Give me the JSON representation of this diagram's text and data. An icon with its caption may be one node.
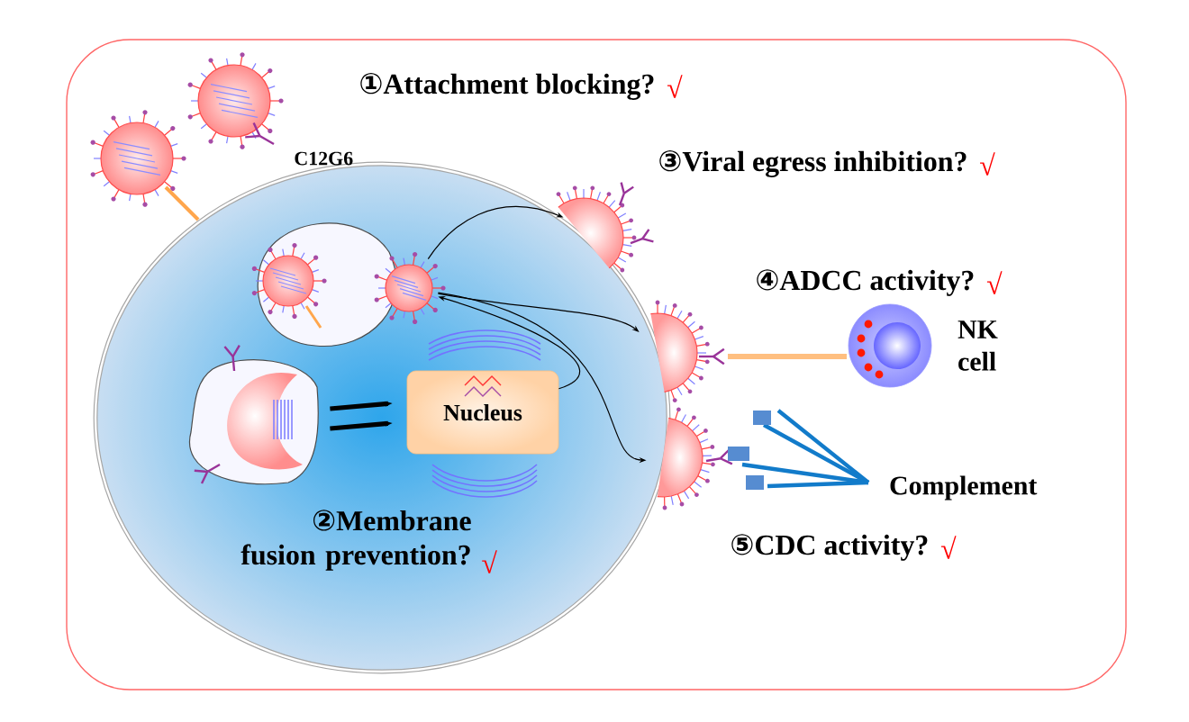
{
  "diagram": {
    "nodes": [
      {
        "text": [],
        "shape": "circle"
      },
      {
        "text": [
          "Nucleus"
        ],
        "in": 0
      },
      {
        "text": [],
        "shape": "picture",
        "in": 0
      },
      {
        "text": [],
        "shape": "picture",
        "in": 0
      },
      {
        "text": [],
        "shape": "picture",
        "in": 0
      },
      {
        "text": [],
        "shape": "picture"
      },
      {
        "text": [],
        "shape": "picture"
      },
      {
        "text": [],
        "shape": "picture"
      },
      {
        "text": [],
        "shape": "circle",
        "beside": [
          "NK cell"
        ]
      },
      {
        "text": [],
        "shape": "picture",
        "beside": [
          "Complement"
        ]
      }
    ],
    "edges": [
      {
        "from": 3,
        "to": 5,
        "arrow": "to"
      },
      {
        "from": 3,
        "to": 6,
        "arrow": "to"
      },
      {
        "from": 1,
        "to": 3,
        "arrow": "to"
      },
      {
        "from": 3,
        "to": 7,
        "arrow": "to"
      },
      {
        "from": 4,
        "to": 1,
        "arrow": "to",
        "style": "thick"
      },
      {
        "from": 4,
        "to": 1,
        "arrow": "to",
        "style": "thick"
      }
    ],
    "labels": [
      "①Attachment blocking?",
      "√",
      "C12G6",
      "③Viral egress inhibition?",
      "√",
      "④ADCC activity?",
      "√",
      "⑤CDC activity?",
      "√",
      "②Membrane fusion prevention?",
      "√"
    ]
  }
}
